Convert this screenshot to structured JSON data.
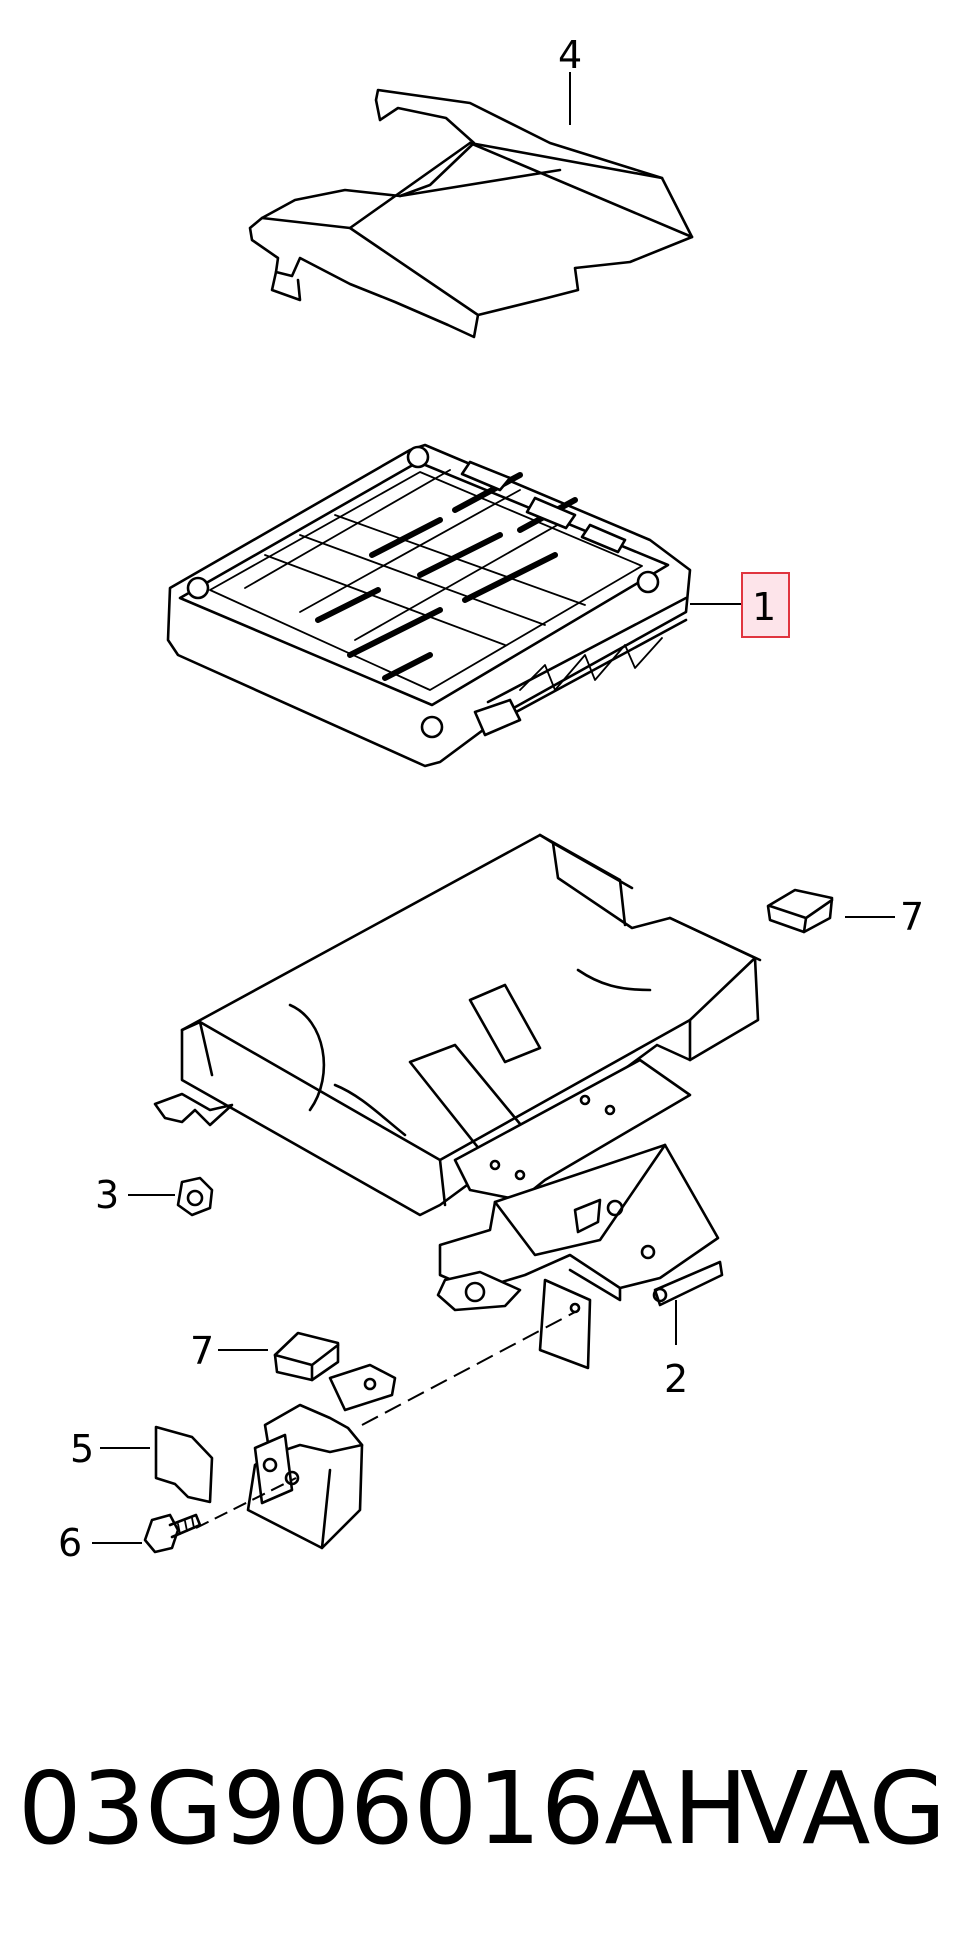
{
  "callouts": {
    "c1": "1",
    "c2": "2",
    "c3": "3",
    "c4": "4",
    "c5": "5",
    "c6": "6",
    "c7a": "7",
    "c7b": "7"
  },
  "highlighted_callout": "1",
  "highlight_color": "#e0353f",
  "footer": {
    "part_number": "03G906016AH",
    "brand": "VAG"
  }
}
